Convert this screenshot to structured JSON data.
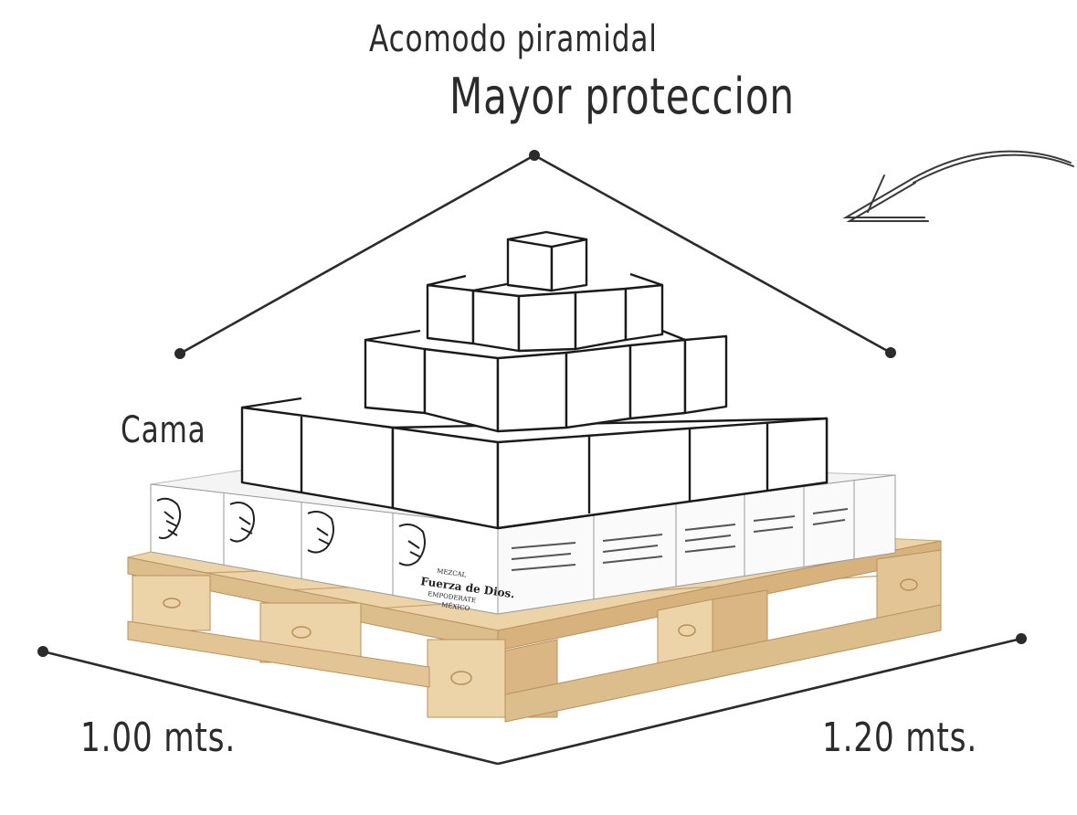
{
  "labels": {
    "title": "Acomodo piramidal",
    "subtitle": "Mayor proteccion",
    "layer": "Cama",
    "depth": "1.00 mts.",
    "width": "1.20 mts."
  },
  "product": {
    "small_text": "MEZCAL",
    "brand": "Fuerza de Dios.",
    "line": "EMPODERATE",
    "origin": "MÉXICO"
  },
  "colors": {
    "ink": "#2b2b2b",
    "wood_light": "#ecd3a8",
    "wood_mid": "#d9b684",
    "wood_dark": "#b98e5a",
    "box": "#ffffff"
  }
}
